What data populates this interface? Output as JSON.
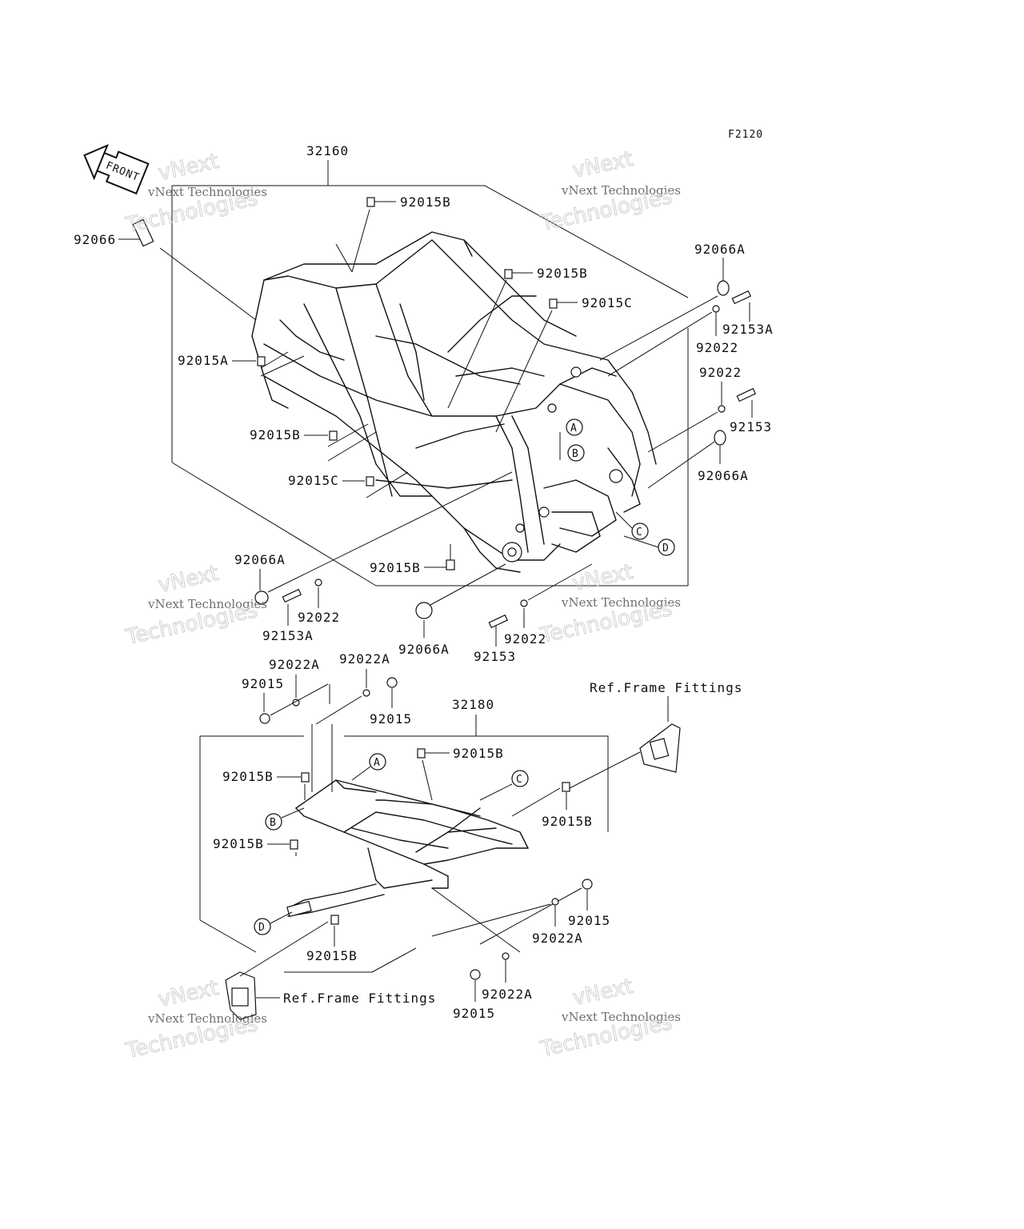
{
  "diagram_code": "F2120",
  "front_marker": "FRONT",
  "upper_assembly_part": "32160",
  "lower_assembly_part": "32180",
  "callouts": [
    "A",
    "B",
    "C",
    "D"
  ],
  "labels": {
    "u_92066": "92066",
    "u_92015B_1": "92015B",
    "u_92015B_2": "92015B",
    "u_92015C_1": "92015C",
    "u_92066A_1": "92066A",
    "u_92153A_1": "92153A",
    "u_92022_1": "92022",
    "u_92022_2": "92022",
    "u_92153": "92153",
    "u_92066A_2": "92066A",
    "u_92015A": "92015A",
    "u_92015B_3": "92015B",
    "u_92015C_2": "92015C",
    "u_92066A_3": "92066A",
    "u_92022_3": "92022",
    "u_92153A_2": "92153A",
    "u_92015B_4": "92015B",
    "u_92066A_4": "92066A",
    "u_92022_4": "92022",
    "u_92153_2": "92153",
    "l_92022A_1": "92022A",
    "l_92022A_2": "92022A",
    "l_92015_1": "92015",
    "l_92015_2": "92015",
    "l_92015B_1": "92015B",
    "l_92015B_2": "92015B",
    "l_92015B_3": "92015B",
    "l_92015B_4": "92015B",
    "l_92015B_5": "92015B",
    "l_92022A_3": "92022A",
    "l_92015_3": "92015",
    "l_92022A_4": "92022A",
    "l_92015_4": "92015"
  },
  "ref_frame_fittings": "Ref.Frame Fittings",
  "watermark": {
    "line1": "vNext Technologies",
    "line2": "vNext",
    "line3": "Technologies"
  }
}
